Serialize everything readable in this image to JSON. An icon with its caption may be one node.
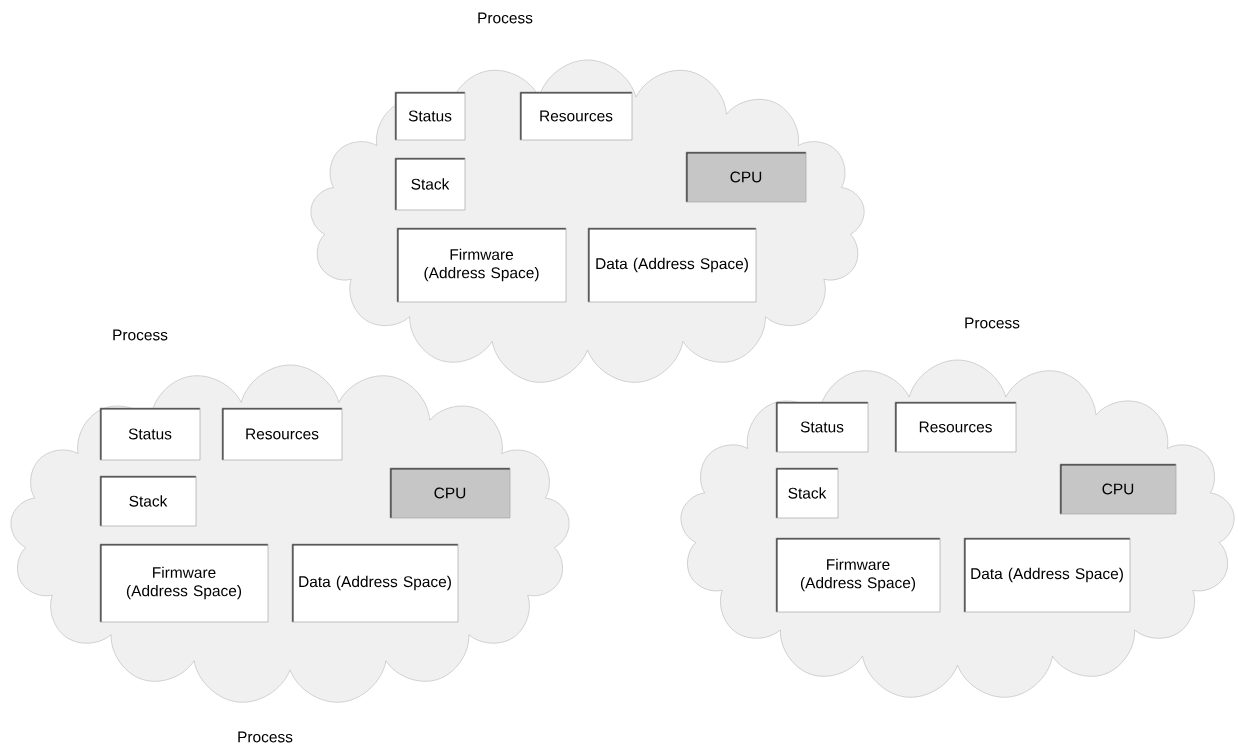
{
  "diagram": {
    "nodes": [
      {
        "text": [
          "Process"
        ]
      },
      {
        "text": [
          "Status"
        ],
        "in": 0
      },
      {
        "text": [
          "Resources"
        ],
        "in": 0
      },
      {
        "text": [
          "Stack"
        ],
        "in": 0
      },
      {
        "text": [
          "CPU"
        ],
        "in": 0
      },
      {
        "text": [
          "Firmware (Address Space)"
        ],
        "in": 0
      },
      {
        "text": [
          "Data (Address Space)"
        ],
        "in": 0
      },
      {
        "text": [
          "Process"
        ]
      },
      {
        "text": [
          "Status"
        ],
        "in": 7
      },
      {
        "text": [
          "Resources"
        ],
        "in": 7
      },
      {
        "text": [
          "Stack"
        ],
        "in": 7
      },
      {
        "text": [
          "CPU"
        ],
        "in": 7
      },
      {
        "text": [
          "Firmware (Address Space)"
        ],
        "in": 7
      },
      {
        "text": [
          "Data (Address Space)"
        ],
        "in": 7
      },
      {
        "text": [
          "Process"
        ]
      },
      {
        "text": [
          "Status"
        ],
        "in": 14
      },
      {
        "text": [
          "Resources"
        ],
        "in": 14
      },
      {
        "text": [
          "Stack"
        ],
        "in": 14
      },
      {
        "text": [
          "CPU"
        ],
        "in": 14
      },
      {
        "text": [
          "Firmware (Address Space)"
        ],
        "in": 14
      },
      {
        "text": [
          "Data (Address Space)"
        ],
        "in": 14
      }
    ],
    "labels": [
      "Process"
    ]
  }
}
